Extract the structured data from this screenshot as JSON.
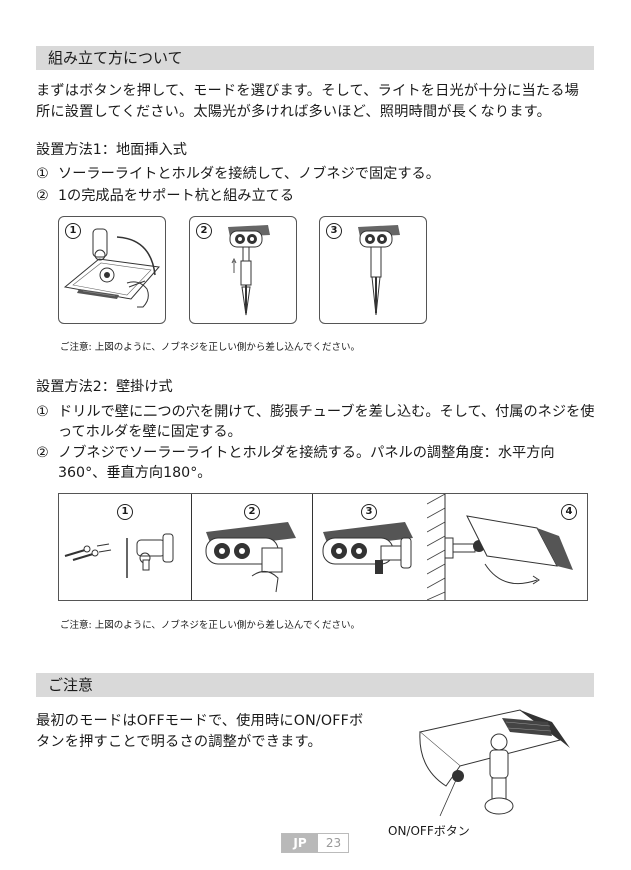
{
  "section1": {
    "title": "組み立て方について",
    "intro_line1": "まずはボタンを押して、モードを選びます。そして、ライトを日光が十分に当たる場",
    "intro_line2": "所に設置してください。太陽光が多ければ多いほど、照明時間が長くなります。"
  },
  "method1": {
    "heading": "設置方法1：地面挿入式",
    "steps": [
      {
        "num": "①",
        "text": "ソーラーライトとホルダを接続して、ノブネジで固定する。"
      },
      {
        "num": "②",
        "text": "1の完成品をサポート杭と組み立てる"
      }
    ],
    "figures": [
      "1",
      "2",
      "3"
    ],
    "note": "ご注意: 上図のように、ノブネジを正しい側から差し込んでください。"
  },
  "method2": {
    "heading": "設置方法2：壁掛け式",
    "steps": [
      {
        "num": "①",
        "line1": "ドリルで壁に二つの穴を開けて、膨張チューブを差し込む。そして、付属のネジを使",
        "line2": "ってホルダを壁に固定する。"
      },
      {
        "num": "②",
        "line1": "ノブネジでソーラーライトとホルダを接続する。パネルの調整角度：水平方向",
        "line2": "360°、垂直方向180°。"
      }
    ],
    "figures": [
      "1",
      "2",
      "3",
      "4"
    ],
    "note": "ご注意: 上図のように、ノブネジを正しい側から差し込んでください。"
  },
  "section2": {
    "title": "ご注意",
    "line1": "最初のモードはOFFモードで、使用時にON/OFFボ",
    "line2": "タンを押すことで明るさの調整ができます。",
    "button_label": "ON/OFFボタン"
  },
  "footer": {
    "lang": "JP",
    "page": "23"
  }
}
